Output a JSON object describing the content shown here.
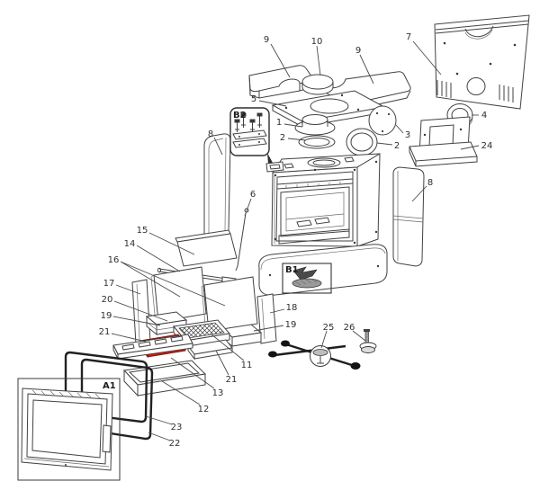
{
  "diagram": {
    "kind": "exploded-parts-diagram",
    "subject": "Stove / fireplace insert exploded spare-parts view",
    "colors": {
      "line": "#424242",
      "background": "#ffffff",
      "highlight": "#df2318"
    },
    "highlighted_part": "21",
    "callouts": [
      {
        "id": "9-left",
        "text": "9"
      },
      {
        "id": "10",
        "text": "10"
      },
      {
        "id": "9-right",
        "text": "9"
      },
      {
        "id": "7",
        "text": "7"
      },
      {
        "id": "5",
        "text": "5"
      },
      {
        "id": "1",
        "text": "1"
      },
      {
        "id": "2-top",
        "text": "2"
      },
      {
        "id": "3",
        "text": "3"
      },
      {
        "id": "2-right",
        "text": "2"
      },
      {
        "id": "4",
        "text": "4"
      },
      {
        "id": "24",
        "text": "24"
      },
      {
        "id": "8-left",
        "text": "8"
      },
      {
        "id": "8-right",
        "text": "8"
      },
      {
        "id": "6",
        "text": "6"
      },
      {
        "id": "15",
        "text": "15"
      },
      {
        "id": "14",
        "text": "14"
      },
      {
        "id": "16",
        "text": "16"
      },
      {
        "id": "17",
        "text": "17"
      },
      {
        "id": "20",
        "text": "20"
      },
      {
        "id": "19-left",
        "text": "19"
      },
      {
        "id": "21-left",
        "text": "21"
      },
      {
        "id": "18",
        "text": "18"
      },
      {
        "id": "19-right",
        "text": "19"
      },
      {
        "id": "25",
        "text": "25"
      },
      {
        "id": "26",
        "text": "26"
      },
      {
        "id": "11",
        "text": "11"
      },
      {
        "id": "21-right",
        "text": "21"
      },
      {
        "id": "13",
        "text": "13"
      },
      {
        "id": "12",
        "text": "12"
      },
      {
        "id": "23",
        "text": "23"
      },
      {
        "id": "22",
        "text": "22"
      }
    ],
    "boxes": {
      "door_assembly": "A1",
      "lever_assembly": "B1",
      "fixing_kit": "B2"
    }
  }
}
